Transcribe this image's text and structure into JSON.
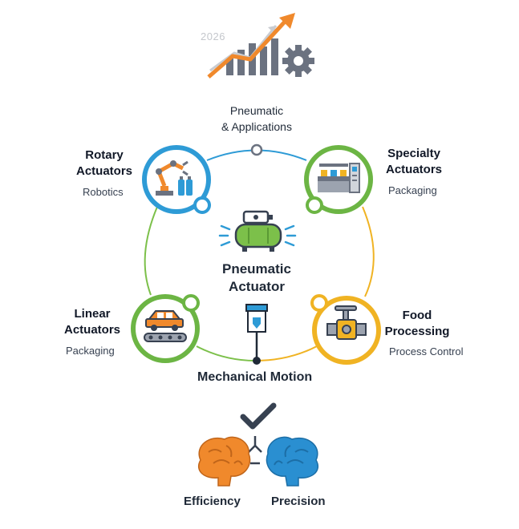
{
  "header": {
    "year": "2026",
    "top_label_line1": "Pneumatic",
    "top_label_line2": "& Applications"
  },
  "center": {
    "title_line1": "Pneumatic",
    "title_line2": "Actuator",
    "motion_label": "Mechanical Motion"
  },
  "nodes": {
    "rotary": {
      "title_line1": "Rotary",
      "title_line2": "Actuators",
      "sub": "Robotics",
      "color": "#2e9bd6"
    },
    "specialty": {
      "title_line1": "Specialty",
      "title_line2": "Actuators",
      "sub": "Packaging",
      "color": "#6cb544"
    },
    "linear": {
      "title_line1": "Linear",
      "title_line2": "Actuators",
      "sub": "Packaging",
      "color": "#6cb544"
    },
    "food": {
      "title_line1": "Food",
      "title_line2": "Processing",
      "sub": "Process Control",
      "color": "#f0b323"
    }
  },
  "outcomes": {
    "left": "Efficiency",
    "right": "Precision",
    "left_color": "#f0892c",
    "right_color": "#2a8fd1"
  },
  "colors": {
    "orange": "#f0892c",
    "blue": "#2e9bd6",
    "green": "#6cb544",
    "yellow": "#f0b323",
    "gray": "#6b7280"
  }
}
